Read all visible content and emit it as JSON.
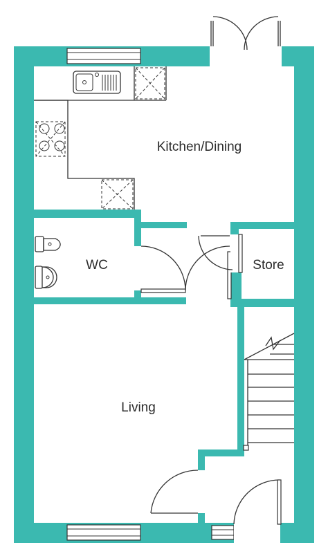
{
  "floorplan": {
    "wall_color": "#3bb9b0",
    "rooms": [
      {
        "id": "kitchen",
        "label": "Kitchen/Dining"
      },
      {
        "id": "wc",
        "label": "WC"
      },
      {
        "id": "store",
        "label": "Store"
      },
      {
        "id": "living",
        "label": "Living"
      }
    ]
  }
}
